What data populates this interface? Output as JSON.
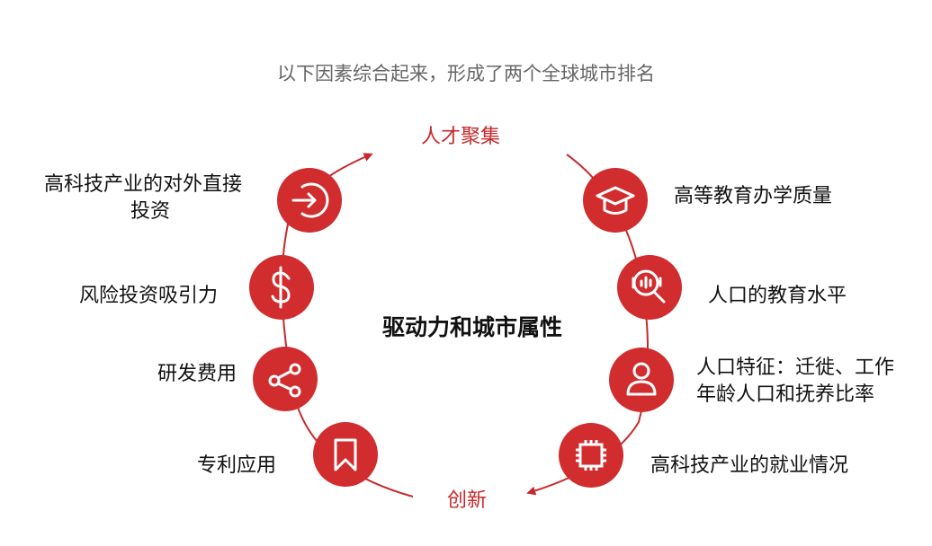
{
  "subtitle": "以下因素综合起来，形成了两个全球城市排名",
  "top_label": "人才聚集",
  "bottom_label": "创新",
  "center_title": "驱动力和城市属性",
  "left_items": [
    {
      "label": "高科技产业的对外直接",
      "label2": "投资",
      "icon": "login-arrow-icon"
    },
    {
      "label": "风险投资吸引力",
      "icon": "dollar-icon"
    },
    {
      "label": "研发费用",
      "icon": "share-icon"
    },
    {
      "label": "专利应用",
      "icon": "bookmark-icon"
    }
  ],
  "right_items": [
    {
      "label": "高等教育办学质量",
      "icon": "graduation-cap-icon"
    },
    {
      "label": "人口的教育水平",
      "icon": "data-search-icon"
    },
    {
      "label": "人口特征：迁徙、工作",
      "label2": "年龄人口和抚养比率",
      "icon": "user-icon"
    },
    {
      "label": "高科技产业的就业情况",
      "icon": "chip-icon"
    }
  ],
  "colors": {
    "accent": "#d12c2e",
    "accent_dark": "#b52022",
    "text": "#111111",
    "muted": "#666666"
  }
}
